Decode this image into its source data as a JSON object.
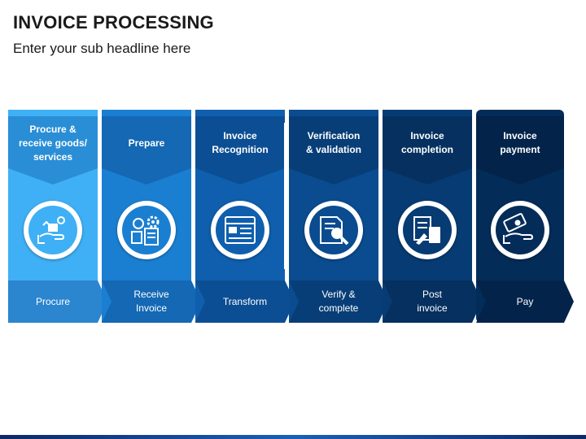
{
  "header": {
    "title": "INVOICE PROCESSING",
    "subtitle": "Enter your sub headline here"
  },
  "steps": [
    {
      "heading": "Procure &\nreceive goods/\nservices",
      "icon": "hand-box-icon",
      "label": "Procure",
      "color": "#3fb0f5",
      "dark": "#2a8ed6",
      "arrow": "#2b85cf"
    },
    {
      "heading": "Prepare",
      "icon": "gear-documents-icon",
      "label": "Receive\nInvoice",
      "color": "#1b7fd1",
      "dark": "#1468b4",
      "arrow": "#1468b4"
    },
    {
      "heading": "Invoice\nRecognition",
      "icon": "invoice-form-icon",
      "label": "Transform",
      "color": "#0f5fae",
      "dark": "#0c4e93",
      "arrow": "#0c4e93"
    },
    {
      "heading": "Verification\n& validation",
      "icon": "document-search-icon",
      "label": "Verify &\ncomplete",
      "color": "#0a4c8f",
      "dark": "#083e77",
      "arrow": "#083e77"
    },
    {
      "heading": "Invoice\ncompletion",
      "icon": "document-calculator-icon",
      "label": "Post\ninvoice",
      "color": "#073b73",
      "dark": "#05305f",
      "arrow": "#05305f"
    },
    {
      "heading": "Invoice\npayment",
      "icon": "hand-money-icon",
      "label": "Pay",
      "color": "#042c59",
      "dark": "#03234a",
      "arrow": "#03234a"
    }
  ]
}
